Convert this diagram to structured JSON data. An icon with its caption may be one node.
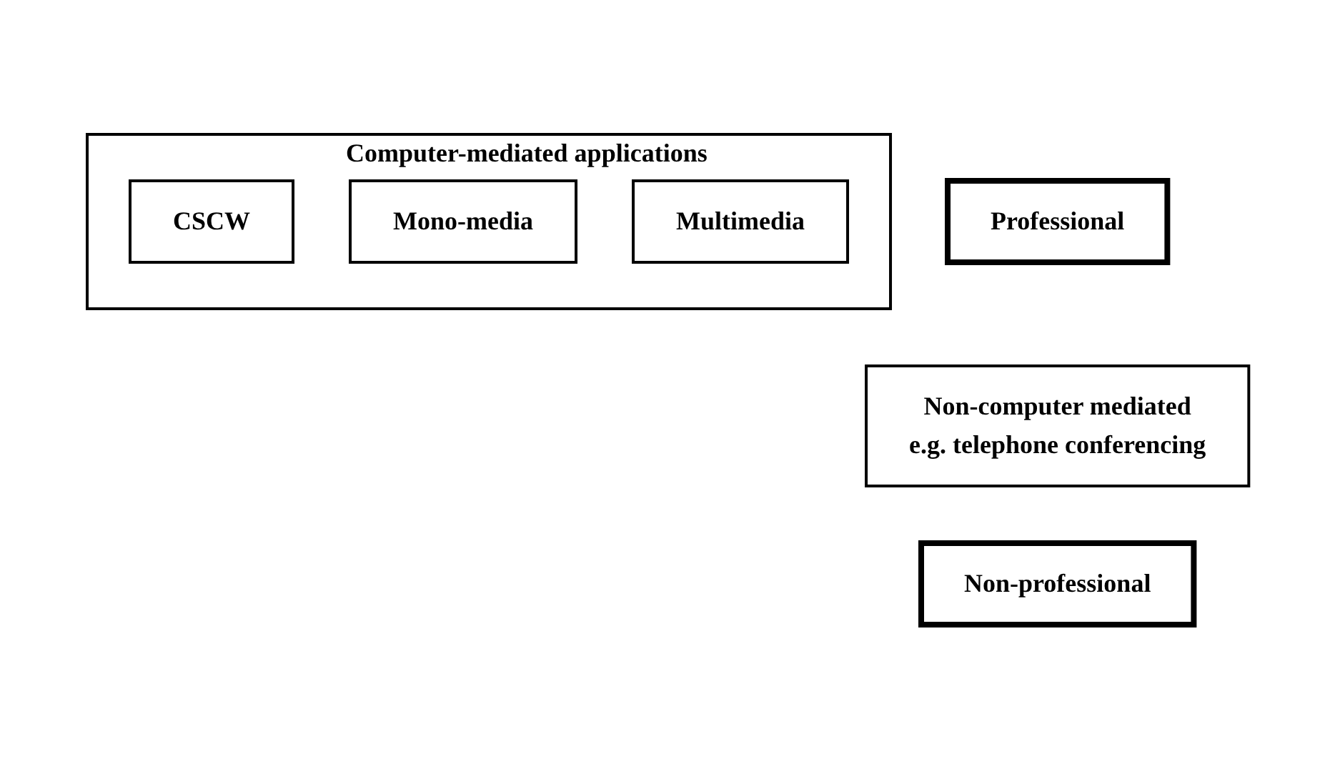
{
  "diagram": {
    "nodes": [
      {
        "text": [
          "Professional"
        ]
      },
      {
        "text": [
          "Non-professional"
        ]
      },
      {
        "text": [
          "Non-computer mediated",
          "e.g. telephone conferencing"
        ]
      },
      {
        "text": [
          "Computer-mediated applications"
        ]
      },
      {
        "text": [
          "CSCW"
        ],
        "in": 3
      },
      {
        "text": [
          "Mono-media"
        ],
        "in": 3
      },
      {
        "text": [
          "Multimedia"
        ],
        "in": 3
      }
    ],
    "edges": []
  }
}
